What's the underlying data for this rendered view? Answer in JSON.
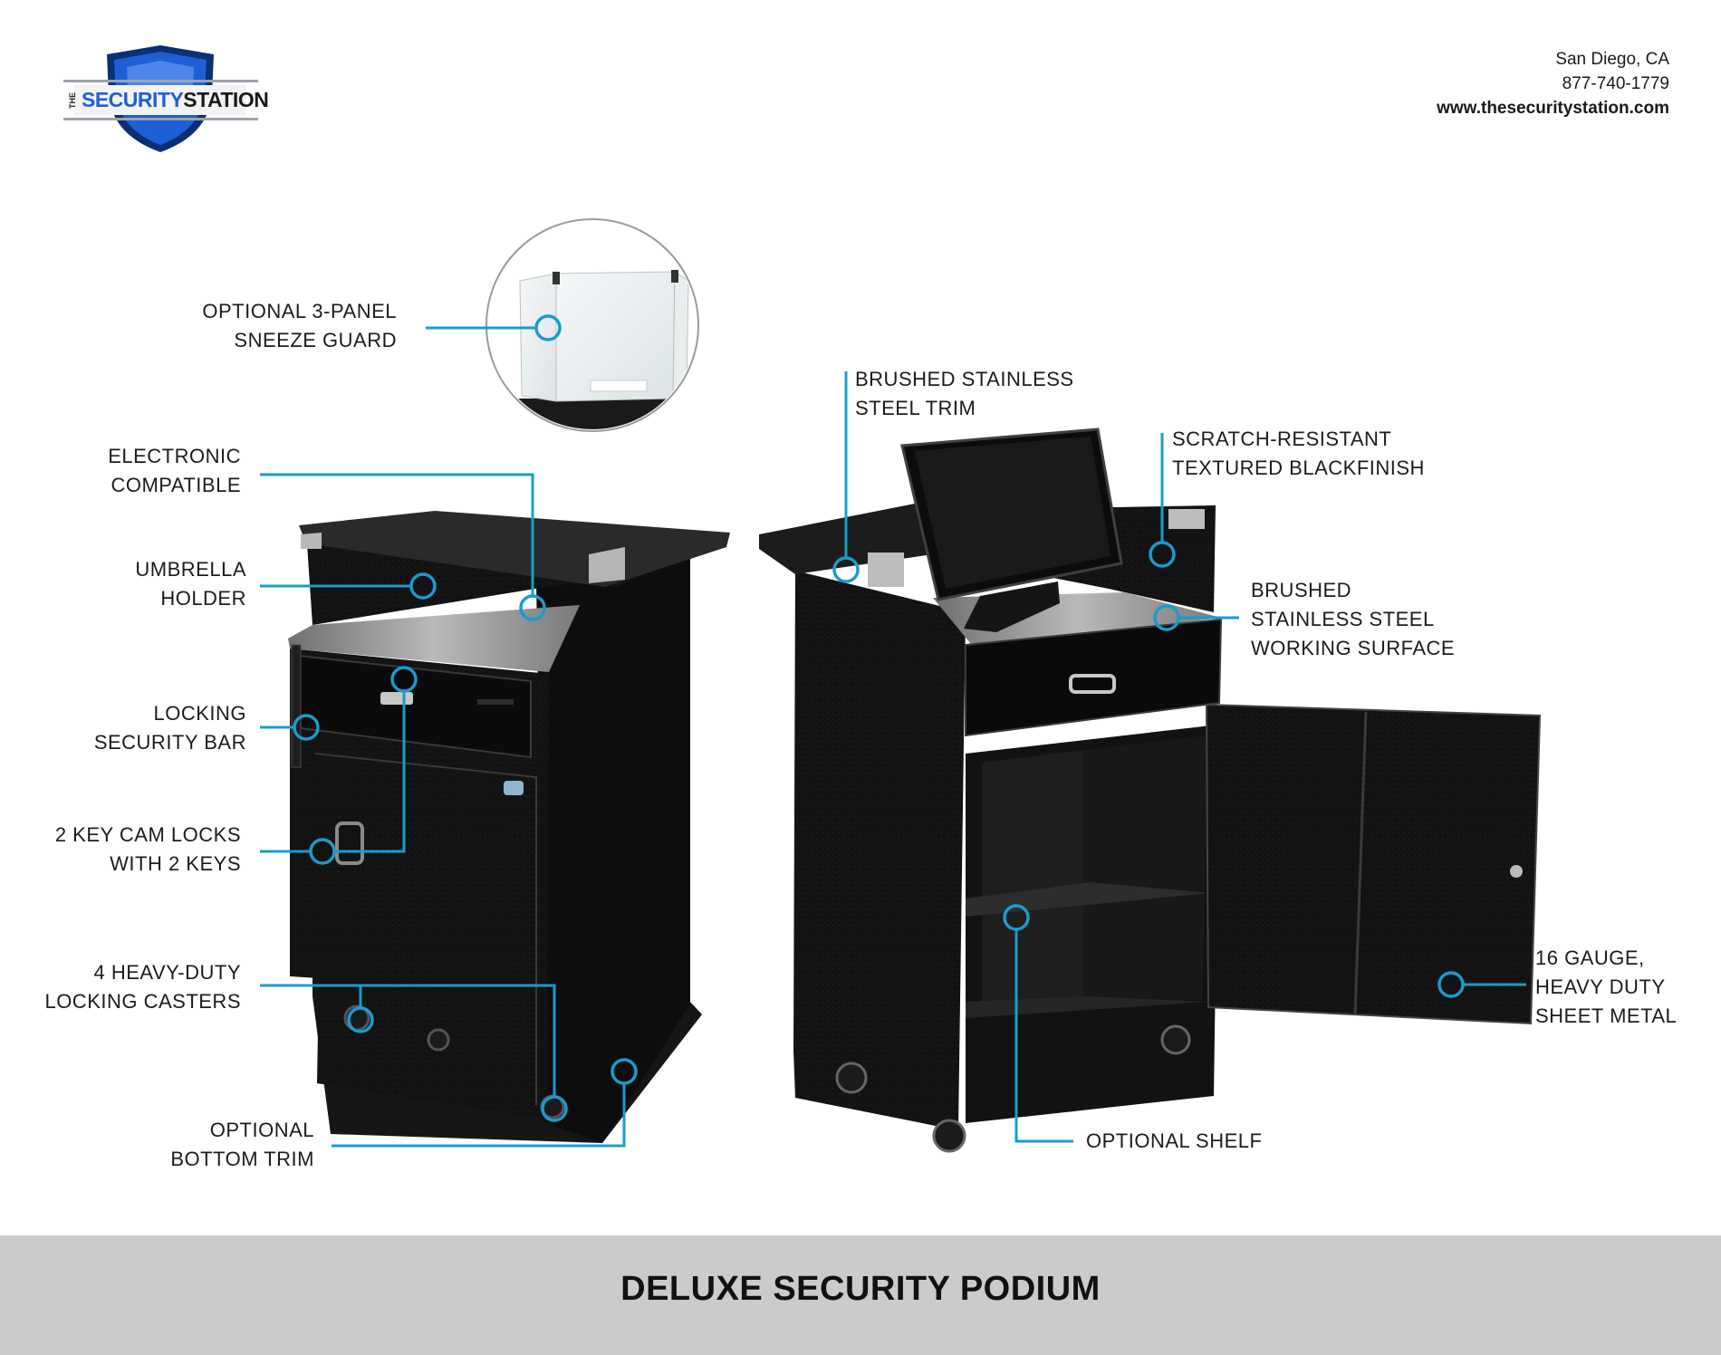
{
  "brand": {
    "logo_prefix": "THE",
    "logo_word1": "SECURITY",
    "logo_word2": "STATION",
    "logo_icon": "shield-logo",
    "colors": {
      "brand_blue": "#1d5fd6",
      "brand_dark": "#0b2f74",
      "accent_cyan": "#1a9ccc"
    }
  },
  "contact": {
    "city": "San Diego, CA",
    "phone": "877-740-1779",
    "website": "www.thesecuritystation.com"
  },
  "callouts": {
    "sneeze_guard": {
      "line1": "OPTIONAL 3-PANEL",
      "line2": "SNEEZE GUARD"
    },
    "electronic": {
      "line1": "ELECTRONIC",
      "line2": "COMPATIBLE"
    },
    "umbrella": {
      "line1": "UMBRELLA",
      "line2": "HOLDER"
    },
    "security_bar": {
      "line1": "LOCKING",
      "line2": "SECURITY BAR"
    },
    "cam_locks": {
      "line1": "2 KEY CAM LOCKS",
      "line2": "WITH 2 KEYS"
    },
    "casters": {
      "line1": "4 HEAVY-DUTY",
      "line2": "LOCKING CASTERS"
    },
    "bottom_trim": {
      "line1": "OPTIONAL",
      "line2": "BOTTOM TRIM"
    },
    "steel_trim": {
      "line1": "BRUSHED STAINLESS",
      "line2": "STEEL TRIM"
    },
    "blackfinish": {
      "line1": "SCRATCH-RESISTANT",
      "line2": "TEXTURED BLACKFINISH"
    },
    "working_surface": {
      "line1": "BRUSHED",
      "line2": "STAINLESS STEEL",
      "line3": "WORKING SURFACE"
    },
    "sheet_metal": {
      "line1": "16 GAUGE,",
      "line2": "HEAVY DUTY",
      "line3": "SHEET METAL"
    },
    "shelf": {
      "line1": "OPTIONAL SHELF"
    }
  },
  "footer": {
    "title": "DELUXE SECURITY PODIUM"
  }
}
